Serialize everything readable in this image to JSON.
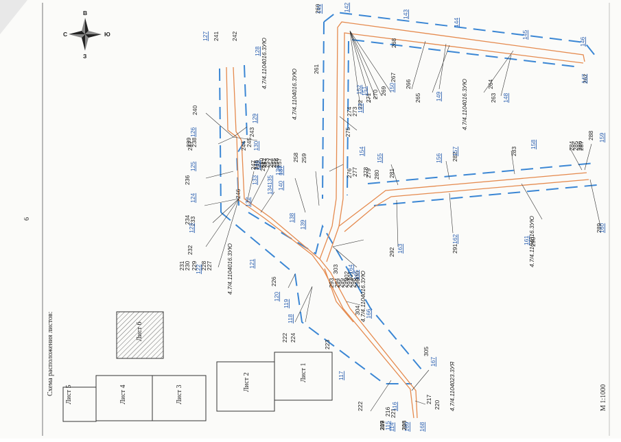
{
  "page_number": "6",
  "scale": "М 1:1000",
  "layout_title": "Схема расположения листов:",
  "layout_sheets": [
    "Лист 1",
    "Лист 2",
    "Лист 3",
    "Лист 4",
    "Лист 5",
    "Лист 6"
  ],
  "current_sheet": "Лист 6",
  "compass": {
    "n": "С",
    "s": "Ю",
    "e": "В",
    "w": "З"
  },
  "cable_markings": [
    "4.7/4.1104016.3УЮ",
    "4.7/4.1104016.3УЮ",
    "4.7/4.1104016.3УЮ",
    "4.7/4.1104016.3УЮ",
    "4.7/4.1104016.3УЮ",
    "4.7/4.1104016.3УЮ",
    "4.7/4.1104023.3УЯ"
  ],
  "pole_numbers": [
    "213",
    "215",
    "216",
    "217",
    "219",
    "220",
    "221",
    "222",
    "222",
    "223",
    "224",
    "226",
    "227",
    "228",
    "229",
    "230",
    "231",
    "232",
    "233",
    "234",
    "236",
    "237",
    "238",
    "239",
    "240",
    "241",
    "242",
    "243",
    "244",
    "245",
    "246",
    "247",
    "248",
    "249",
    "250",
    "251",
    "252",
    "253",
    "254",
    "255",
    "256",
    "257",
    "258",
    "259",
    "260",
    "261",
    "262",
    "263",
    "264",
    "265",
    "266",
    "267",
    "268",
    "269",
    "270",
    "271",
    "272",
    "273",
    "274",
    "275",
    "276",
    "277",
    "278",
    "279",
    "280",
    "281",
    "282",
    "283",
    "284",
    "285",
    "286",
    "287",
    "288",
    "289",
    "290",
    "291",
    "292",
    "293",
    "294",
    "295",
    "296",
    "297",
    "298",
    "299",
    "300",
    "301",
    "302",
    "303",
    "304",
    "305",
    "306",
    "307"
  ],
  "station_numbers": [
    "114",
    "115",
    "116",
    "117",
    "118",
    "119",
    "120",
    "121",
    "122",
    "123",
    "124",
    "125",
    "126",
    "127",
    "128",
    "129",
    "130",
    "131",
    "132",
    "133",
    "134",
    "135",
    "136",
    "137",
    "138",
    "139",
    "140",
    "141",
    "142",
    "143",
    "144",
    "145",
    "146",
    "147",
    "148",
    "149",
    "150",
    "151",
    "152",
    "153",
    "154",
    "155",
    "156",
    "157",
    "158",
    "159",
    "160",
    "161",
    "162",
    "163",
    "164",
    "165",
    "166",
    "167",
    "168",
    "169"
  ],
  "colors": {
    "route": "#e58a4e",
    "boundary": "#3a86d4",
    "blue_text": "#2a5fb0",
    "leader": "#333333"
  }
}
